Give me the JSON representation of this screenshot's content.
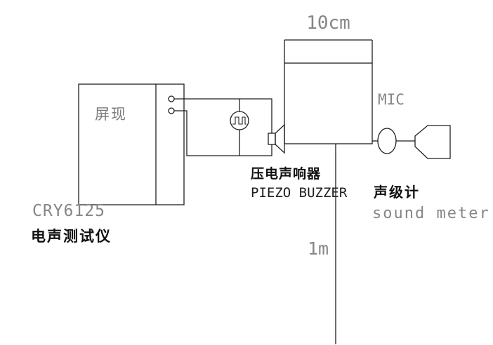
{
  "diagram": {
    "dimension_10cm": "10cm",
    "screen_label": "屏现",
    "device_model": "CRY6125",
    "device_name_cn": "电声测试仪",
    "buzzer_label_cn": "压电声响器",
    "buzzer_label_en": "PIEZO BUZZER",
    "mic_label": "MIC",
    "meter_label_cn": "声级计",
    "meter_label_en": "sound meter",
    "dimension_1m": "1m"
  },
  "colors": {
    "line": "#1f1f1f",
    "gray_text": "#868686",
    "dark_text": "#111111",
    "background": "#ffffff"
  }
}
